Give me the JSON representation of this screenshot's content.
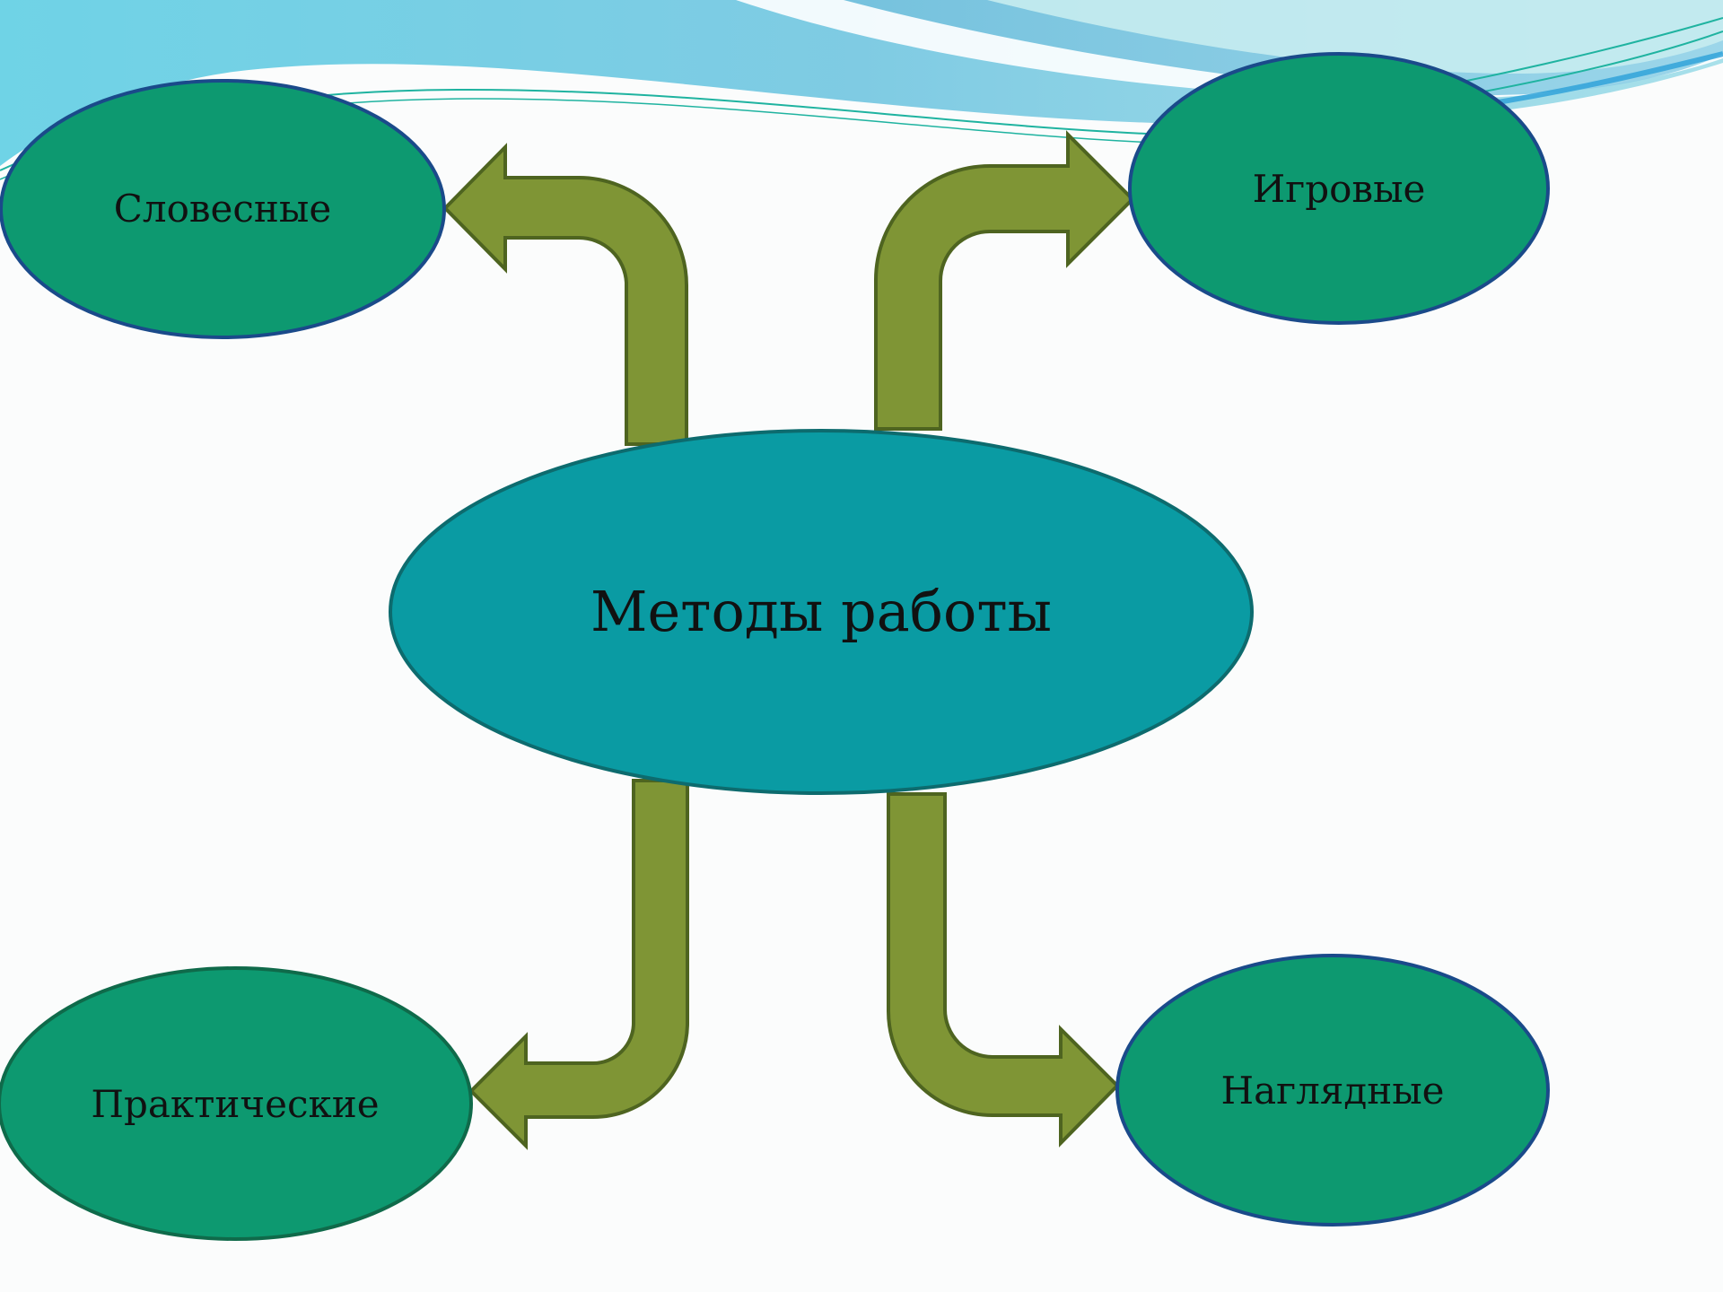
{
  "diagram": {
    "center": {
      "label": "Методы работы"
    },
    "nodes": {
      "verbal": {
        "label": "Словесные"
      },
      "game": {
        "label": "Игровые"
      },
      "practical": {
        "label": "Практические"
      },
      "visual": {
        "label": "Наглядные"
      }
    }
  },
  "colors": {
    "center_fill": "#0a9ba3",
    "center_stroke": "#0d6b6e",
    "node_fill": "#0d9970",
    "node_stroke_blue": "#1a4a8a",
    "node_stroke_green": "#0f6a4a",
    "arrow_fill": "#7f9535",
    "arrow_stroke": "#4e6420"
  }
}
